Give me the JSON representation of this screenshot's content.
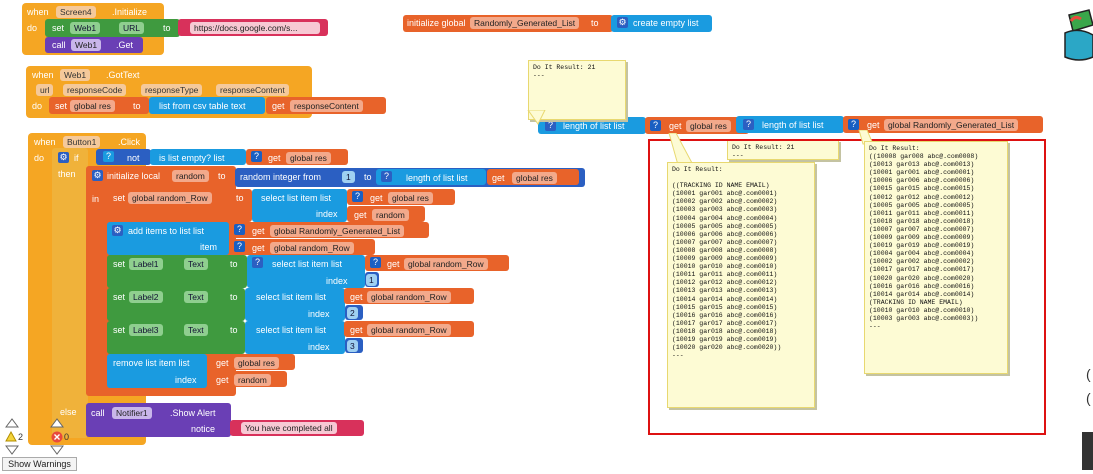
{
  "screen4_init": {
    "when": "when",
    "screen": "Screen4",
    "event": ".Initialize",
    "do": "do",
    "set": "set",
    "web1": "Web1",
    "url_prop": "URL",
    "to": "to",
    "url_value": "https://docs.google.com/s...",
    "call": "call",
    "get_method": ".Get"
  },
  "init_global": {
    "label": "initialize global",
    "var": "Randomly_Generated_List",
    "to": "to",
    "value": "create empty list"
  },
  "web1_gottext": {
    "when": "when",
    "comp": "Web1",
    "event": ".GotText",
    "params": [
      "url",
      "responseCode",
      "responseType",
      "responseContent"
    ],
    "do": "do",
    "set": "set",
    "var": "global res",
    "to": "to",
    "csv": "list from csv table  text",
    "get": "get",
    "get_var": "responseContent"
  },
  "button1": {
    "when": "when",
    "comp": "Button1",
    "event": ".Click",
    "do": "do",
    "if": "if",
    "then": "then",
    "else": "else",
    "in": "in",
    "not": "not",
    "is_empty": "is list empty?  list",
    "get": "get",
    "global_res": "global res",
    "init_local": "initialize local",
    "random_var": "random",
    "to": "to",
    "random_int": "random integer  from",
    "from_val": "1",
    "to2": "to",
    "length_list": "length of list  list",
    "set": "set",
    "global_random_row": "global random_Row",
    "select_item": "select list item  list",
    "index": "index",
    "random": "random",
    "add_items": "add items to list  list",
    "global_rgl": "global Randomly_Generated_List",
    "item": "item",
    "label1": "Label1",
    "label2": "Label2",
    "label3": "Label3",
    "text_prop": "Text",
    "idx1": "1",
    "idx2": "2",
    "idx3": "3",
    "remove_item": "remove list item  list",
    "call": "call",
    "notifier": "Notifier1",
    "show_alert": ".Show Alert",
    "notice": "notice",
    "notice_value": "You have completed all"
  },
  "length_row": {
    "a_label": "length of list  list",
    "a_get": "get",
    "a_var": "global res",
    "b_label": "length of list  list",
    "b_get": "get",
    "b_var": "global Randomly_Generated_List"
  },
  "notes": {
    "top": "Do It Result: 21\n---",
    "mid": "Do It Result: 21\n---",
    "left": "Do It Result:\n\n((TRACKING ID NAME EMAIL)\n(10001 gar001 abc@.com0001)\n(10002 gar002 abc@.com0002)\n(10003 gar003 abc@.com0003)\n(10004 gar004 abc@.com0004)\n(10005 gar005 abc@.com0005)\n(10006 gar006 abc@.com0006)\n(10007 gar007 abc@.com0007)\n(10008 gar008 abc@.com0008)\n(10009 gar009 abc@.com0009)\n(10010 gar010 abc@.com0010)\n(10011 gar011 abc@.com0011)\n(10012 gar012 abc@.com0012)\n(10013 gar013 abc@.com0013)\n(10014 gar014 abc@.com0014)\n(10015 gar015 abc@.com0015)\n(10016 gar016 abc@.com0016)\n(10017 gar017 abc@.com0017)\n(10018 gar018 abc@.com0018)\n(10019 gar019 abc@.com0019)\n(10020 gar020 abc@.com0020))\n---",
    "right": "Do It Result:\n((10008 gar008 abc@.com0008)\n(10013 gar013 abc@.com0013)\n(10001 gar001 abc@.com0001)\n(10006 gar006 abc@.com0006)\n(10015 gar015 abc@.com0015)\n(10012 gar012 abc@.com0012)\n(10005 gar005 abc@.com0005)\n(10011 gar011 abc@.com0011)\n(10018 gar018 abc@.com0018)\n(10007 gar007 abc@.com0007)\n(10009 gar009 abc@.com0009)\n(10019 gar019 abc@.com0019)\n(10004 gar004 abc@.com0004)\n(10002 gar002 abc@.com0002)\n(10017 gar017 abc@.com0017)\n(10020 gar020 abc@.com0020)\n(10016 gar016 abc@.com0016)\n(10014 gar014 abc@.com0014)\n(TRACKING ID NAME EMAIL)\n(10010 gar010 abc@.com0010)\n(10003 gar003 abc@.com0003))\n---"
  },
  "warnings": {
    "warn_count": "2",
    "error_count": "0",
    "show_warnings": "Show Warnings"
  },
  "colors": {
    "event": "#f5a623",
    "component": "#3f9a3f",
    "call": "#6a3fb5",
    "variable": "#e8632a",
    "list": "#1a9be0",
    "highlight": "#d11111"
  }
}
